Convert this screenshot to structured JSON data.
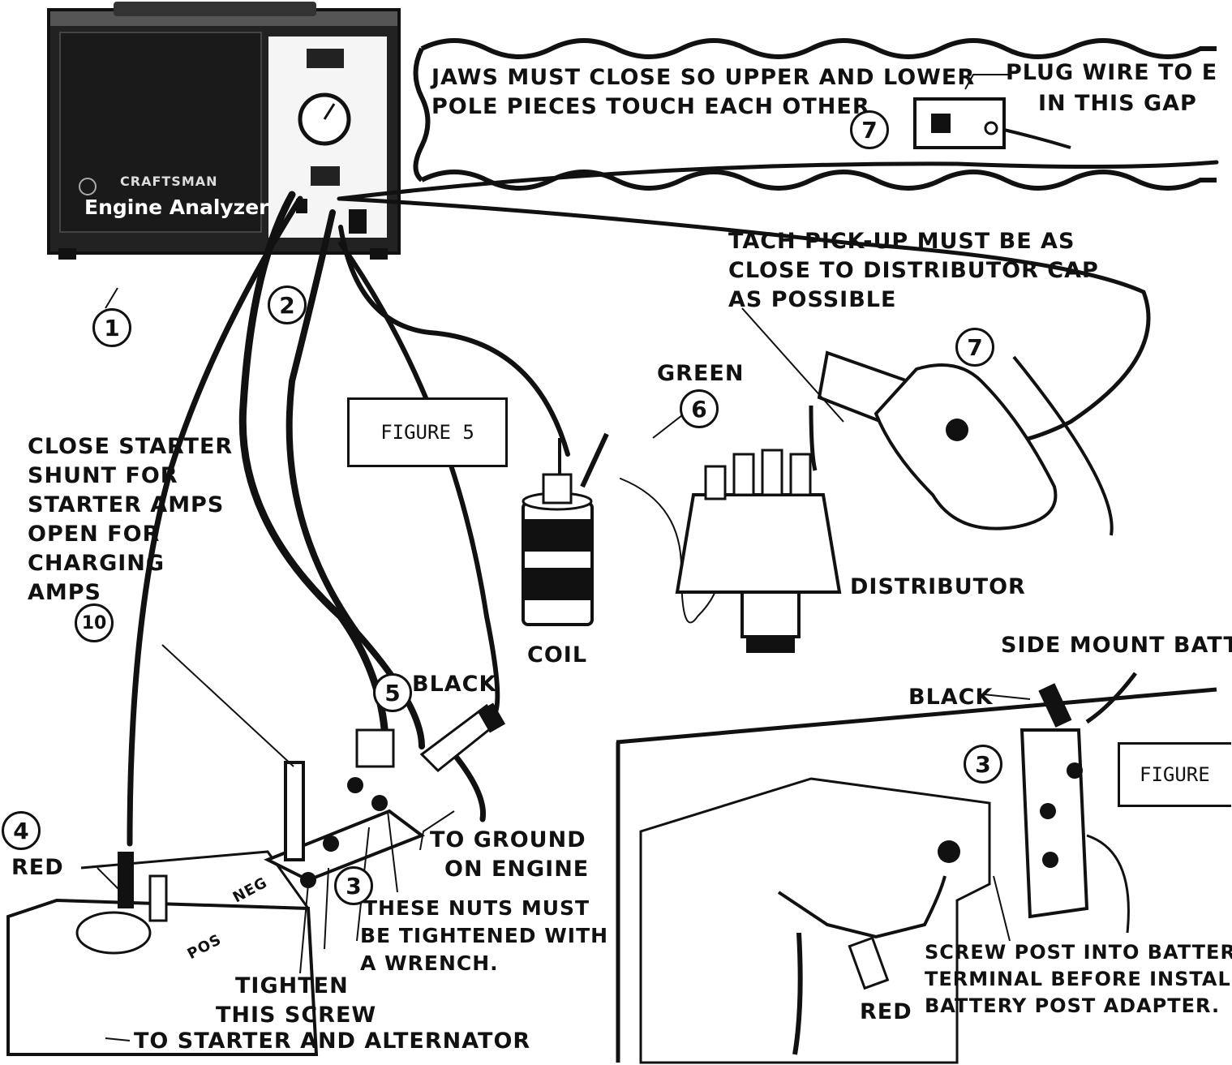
{
  "analyzer": {
    "brand": "CRAFTSMAN",
    "name": "Engine Analyzer"
  },
  "callout_box": {
    "jaws_text_1": "JAWS MUST CLOSE SO UPPER AND LOWER",
    "jaws_text_2": "POLE PIECES TOUCH EACH OTHER",
    "plug_text_1": "PLUG  WIRE  TO  E",
    "plug_text_2": "IN  THIS  GAP",
    "marker": "7"
  },
  "figure_5": "FIGURE 5",
  "figure_side": "FIGURE",
  "markers": {
    "m1": "1",
    "m2": "2",
    "m3": "3",
    "m3b": "3",
    "m4": "4",
    "m5": "5",
    "m6": "6",
    "m7": "7",
    "m10": "10"
  },
  "labels": {
    "tach": [
      "TACH PICK-UP MUST BE AS",
      "CLOSE TO DISTRIBUTOR CAP",
      "AS POSSIBLE"
    ],
    "green": "GREEN",
    "distributor": "DISTRIBUTOR",
    "coil": "COIL",
    "close_starter": [
      "CLOSE STARTER",
      "SHUNT FOR",
      "STARTER AMPS",
      "OPEN FOR",
      "CHARGING",
      "AMPS"
    ],
    "black": "BLACK",
    "red": "RED",
    "to_ground": [
      "TO GROUND",
      "ON ENGINE"
    ],
    "nuts": [
      "THESE  NUTS  MUST",
      "BE TIGHTENED WITH",
      "A WRENCH."
    ],
    "tighten": [
      "TIGHTEN",
      "THIS SCREW"
    ],
    "to_starter": "TO STARTER AND ALTERNATOR",
    "side_mount": "SIDE MOUNT BATTE",
    "black_side": "BLACK",
    "red_side": "RED",
    "screw_post": [
      "SCREW POST INTO BATTERY",
      "TERMINAL BEFORE INSTALLI",
      "BATTERY POST ADAPTER."
    ],
    "neg": "NEG",
    "pos": "POS"
  }
}
